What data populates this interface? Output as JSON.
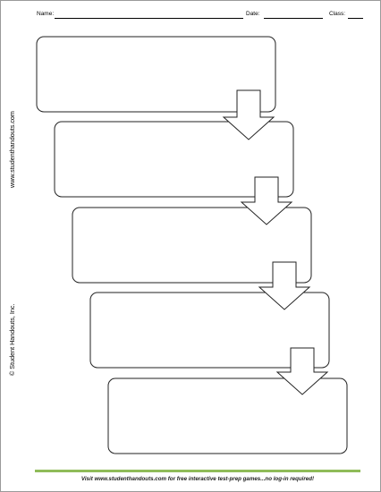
{
  "header": {
    "name_label": "Name:",
    "date_label": "Date:",
    "class_label": "Class:"
  },
  "sidebar": {
    "website": "www.studenthandouts.com",
    "copyright": "© Student Handouts, Inc."
  },
  "footer": {
    "text": "Visit www.studenthandouts.com for free interactive test-prep games...no log-in required!"
  },
  "colors": {
    "accent_rule": "#8fbb59",
    "box_stroke": "#222222"
  }
}
